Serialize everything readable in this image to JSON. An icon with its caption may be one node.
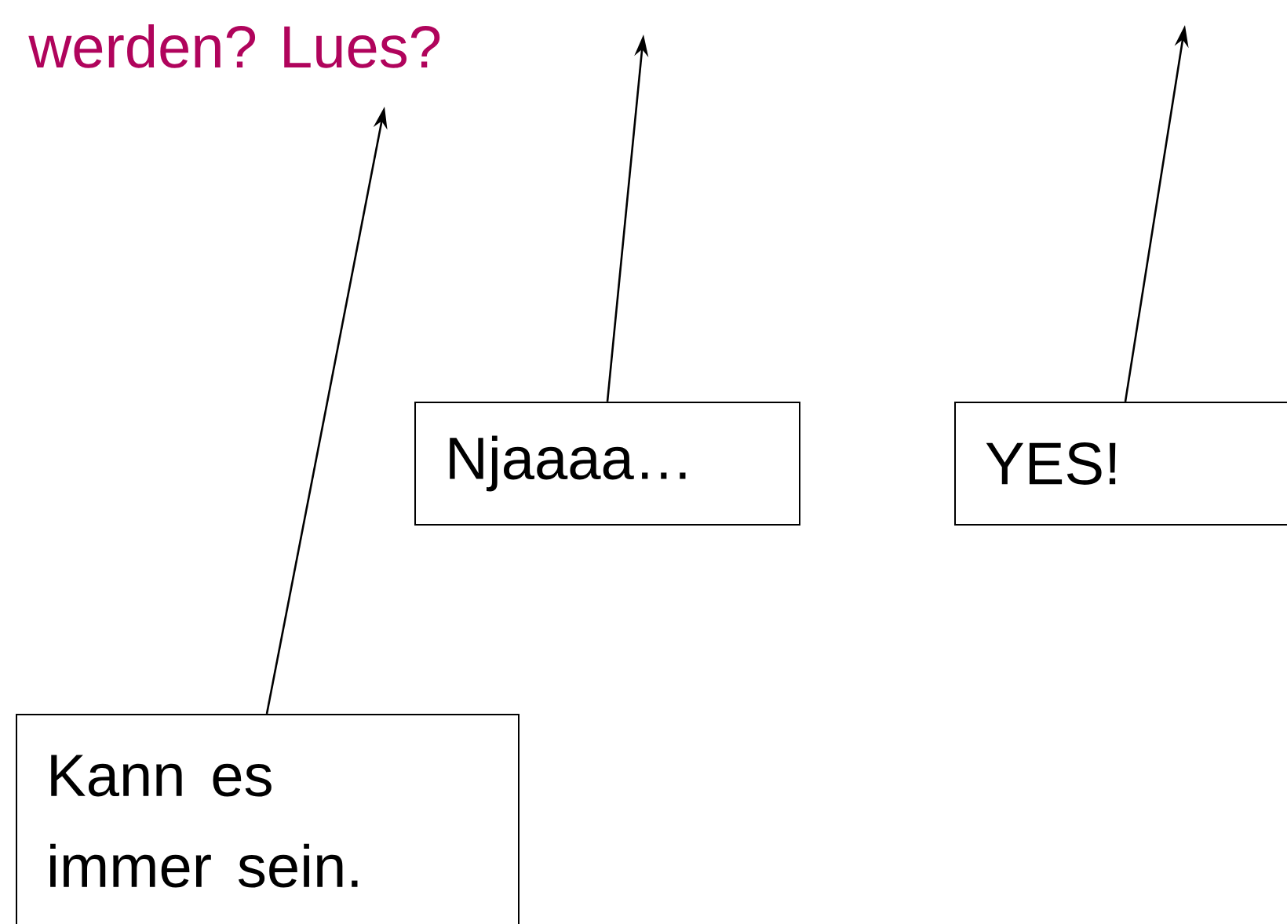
{
  "diagram": {
    "nodes": [
      {
        "text": [
          "Njaaaa…"
        ]
      },
      {
        "text": [
          "YES!"
        ]
      },
      {
        "text": [
          "Kann es immer sein."
        ]
      }
    ],
    "edges": [
      {
        "from": 2,
        "to": null,
        "arrow": "to"
      },
      {
        "from": 0,
        "to": null,
        "arrow": "to"
      },
      {
        "from": 1,
        "to": null,
        "arrow": "to"
      }
    ],
    "labels": [
      "werden? Lues?"
    ]
  }
}
